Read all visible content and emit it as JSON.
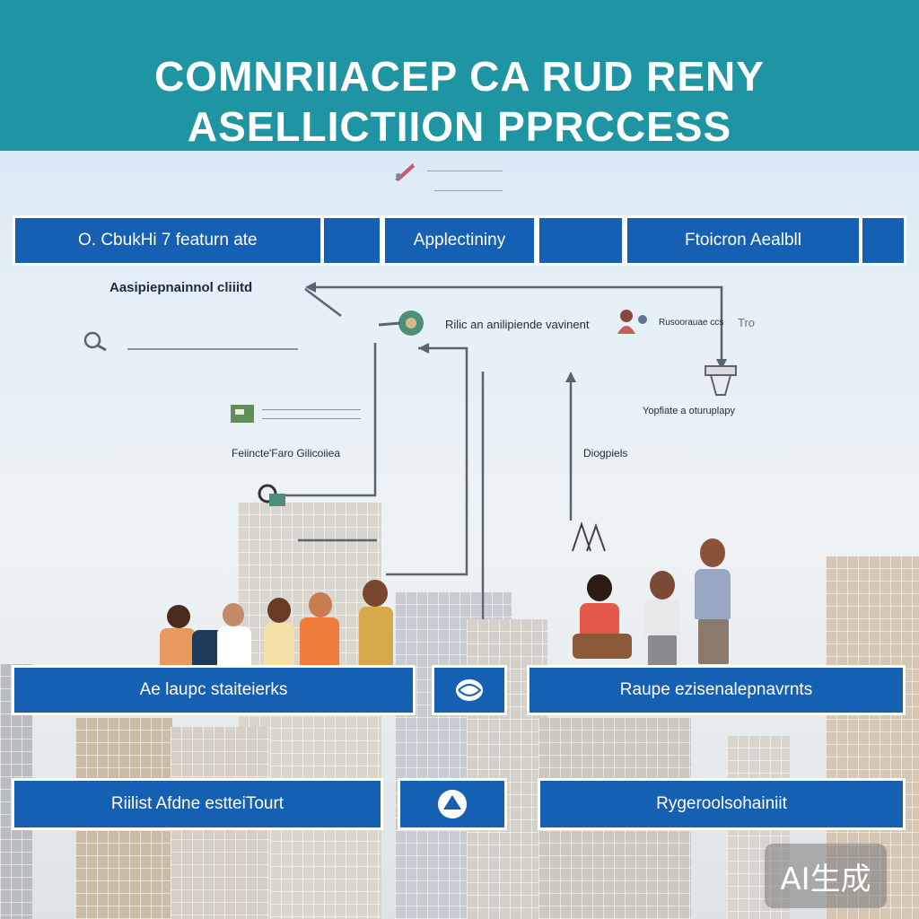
{
  "header": {
    "title_line1": "COMNRIIACEP CA RUD RENY",
    "title_line2": "ASELLICTIION PPRCCESS"
  },
  "top_bar": {
    "cell1": "O.    CbukHi 7  featurn ate",
    "cell2": "Applectininy",
    "cell3": "Ftoicron    Aealbll"
  },
  "diagram": {
    "label_main": "Aasipiepnainnol cliiitd",
    "label_mid": "Rilic  an  anilipiende  vavinent",
    "label_right_small": "Rusoorauae  ccs",
    "label_tro": "Tro",
    "label_right2": "Yopfiate  a  oturuplapy",
    "label_feln": "Feiincte'Faro  Gilicoiiea",
    "label_diog": "Diogpiels"
  },
  "bottom_boxes": {
    "box1": "Ae  laupc  staiteierks",
    "box2": "Raupe ezisenalepnavrnts",
    "box3": "Riilist  Afdne estteiTourt",
    "box4": "Rygeroolsohainiit"
  },
  "watermark": "AI生成",
  "colors": {
    "header": "#1f95a3",
    "box_blue": "#1660b3",
    "line_gray": "#5a6470"
  }
}
